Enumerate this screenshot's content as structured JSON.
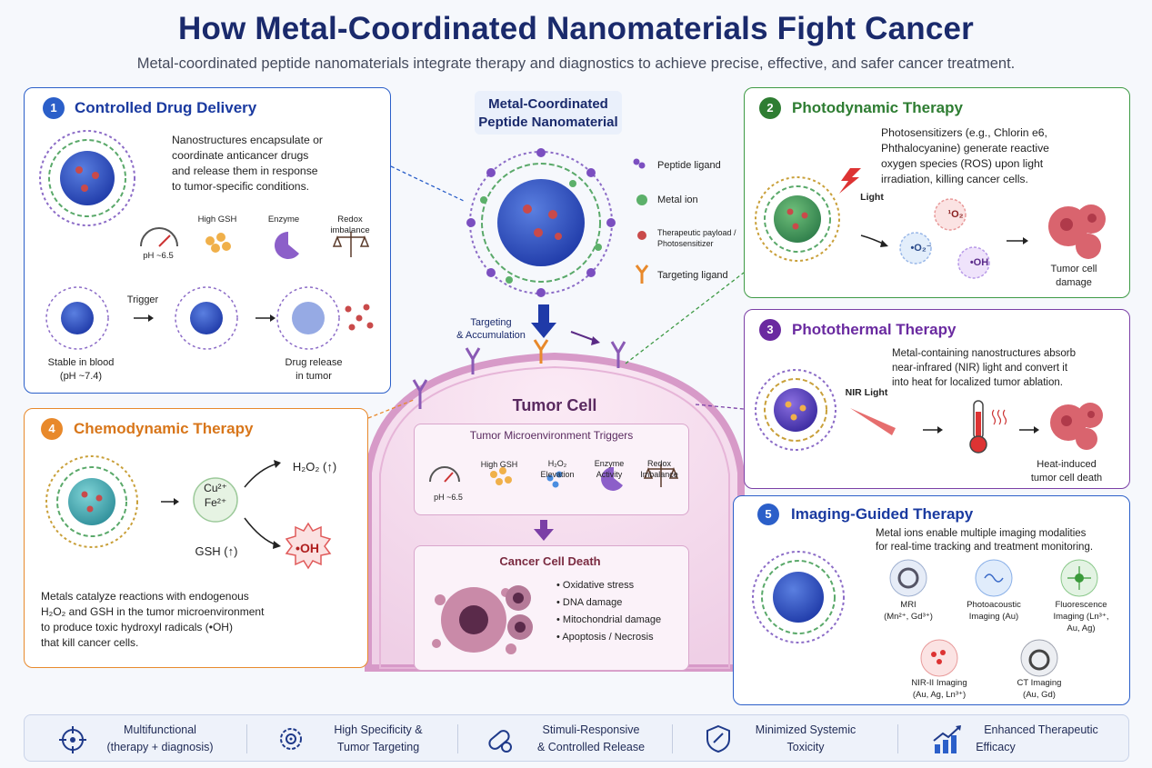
{
  "title": "How Metal-Coordinated Nanomaterials Fight Cancer",
  "subtitle": "Metal-coordinated peptide nanomaterials integrate therapy and diagnostics to achieve precise, effective, and safer cancer treatment.",
  "center": {
    "title_line1": "Metal-Coordinated",
    "title_line2": "Peptide Nanomaterial",
    "legend": [
      "Peptide ligand",
      "Metal ion",
      "Therapeutic payload /",
      "Photosensitizer",
      "Targeting ligand"
    ],
    "targeting_line1": "Targeting",
    "targeting_line2": "& Accumulation",
    "tumor_cell": "Tumor Cell",
    "tme_title": "Tumor Microenvironment Triggers",
    "tme_items": [
      "pH ~6.5",
      "High GSH",
      "H₂O₂",
      "Elevation",
      "Enzyme",
      "Activity",
      "Redox",
      "Imbalance"
    ],
    "death_title": "Cancer Cell Death",
    "death_items": [
      "Oxidative stress",
      "DNA damage",
      "Mitochondrial damage",
      "Apoptosis / Necrosis"
    ]
  },
  "panel1": {
    "num": "1",
    "title": "Controlled Drug Delivery",
    "desc": [
      "Nanostructures encapsulate or",
      "coordinate anticancer drugs",
      "and release them in response",
      "to tumor-specific conditions."
    ],
    "triggers": [
      "pH ~6.5",
      "High GSH",
      "Enzyme",
      "Redox",
      "imbalance"
    ],
    "trigger_label": "Trigger",
    "stable_line1": "Stable in blood",
    "stable_line2": "(pH ~7.4)",
    "release_line1": "Drug release",
    "release_line2": "in tumor"
  },
  "panel2": {
    "num": "2",
    "title": "Photodynamic Therapy",
    "desc": [
      "Photosensitizers (e.g., Chlorin e6,",
      "Phthalocyanine) generate reactive",
      "oxygen species (ROS) upon light",
      "irradiation, killing cancer cells."
    ],
    "light": "Light",
    "ros": [
      "¹O₂",
      "•O₂⁻",
      "•OH"
    ],
    "result_line1": "Tumor cell",
    "result_line2": "damage"
  },
  "panel3": {
    "num": "3",
    "title": "Photothermal Therapy",
    "desc": [
      "Metal-containing nanostructures absorb",
      "near-infrared (NIR) light and convert it",
      "into heat for localized tumor ablation."
    ],
    "nir": "NIR Light",
    "result_line1": "Heat-induced",
    "result_line2": "tumor cell death"
  },
  "panel4": {
    "num": "4",
    "title": "Chemodynamic Therapy",
    "ions_line1": "Cu²⁺",
    "ions_line2": "Fe²⁺",
    "h2o2": "H₂O₂ (↑)",
    "gsh": "GSH (↑)",
    "oh": "•OH",
    "desc": [
      "Metals catalyze reactions with endogenous",
      "H₂O₂ and GSH in the tumor microenvironment",
      "to produce toxic hydroxyl radicals (•OH)",
      "that kill cancer cells."
    ]
  },
  "panel5": {
    "num": "5",
    "title": "Imaging-Guided Therapy",
    "desc": [
      "Metal ions enable multiple imaging modalities",
      "for real-time tracking and treatment monitoring."
    ],
    "modalities": [
      {
        "l1": "MRI",
        "l2": "(Mn²⁺, Gd³⁺)",
        "l3": ""
      },
      {
        "l1": "Photoacoustic",
        "l2": "Imaging (Au)",
        "l3": ""
      },
      {
        "l1": "Fluorescence",
        "l2": "Imaging (Ln³⁺,",
        "l3": "Au, Ag)"
      },
      {
        "l1": "NIR-II Imaging",
        "l2": "(Au, Ag, Ln³⁺)",
        "l3": ""
      },
      {
        "l1": "CT Imaging",
        "l2": "(Au, Gd)",
        "l3": ""
      }
    ]
  },
  "banner": [
    {
      "l1": "Multifunctional",
      "l2": "(therapy + diagnosis)",
      "icon": "target-icon"
    },
    {
      "l1": "High Specificity &",
      "l2": "Tumor Targeting",
      "icon": "gear-target-icon"
    },
    {
      "l1": "Stimuli-Responsive",
      "l2": "& Controlled Release",
      "icon": "capsule-icon"
    },
    {
      "l1": "Minimized Systemic",
      "l2": "Toxicity",
      "icon": "shield-icon"
    },
    {
      "l1": "Enhanced Therapeutic",
      "l2": "Efficacy",
      "icon": "chart-up-icon"
    }
  ],
  "colors": {
    "panel1": "#2b5fc9",
    "panel2": "#3e9a45",
    "panel3": "#7b3fa6",
    "panel4": "#e8892b",
    "panel5": "#2b5fc9",
    "title": "#1a2a6c"
  }
}
